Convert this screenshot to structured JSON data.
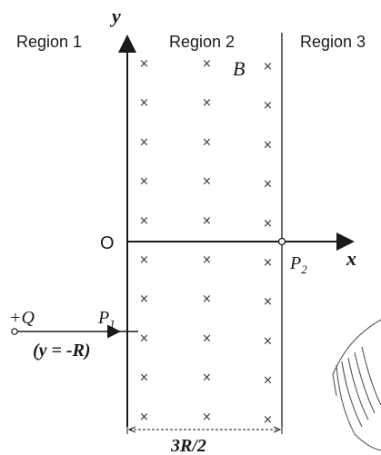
{
  "regions": {
    "region1": "Region 1",
    "region2": "Region 2",
    "region3": "Region 3"
  },
  "axes": {
    "y_label": "y",
    "x_label": "x",
    "origin_label": "O"
  },
  "field": {
    "label": "B",
    "marker": "×",
    "direction": "into-page",
    "rows": 10,
    "cols": 3
  },
  "points": {
    "p1": {
      "label": "P",
      "sub": "1"
    },
    "p2": {
      "label": "P",
      "sub": "2"
    }
  },
  "charge": {
    "label": "+Q",
    "position_label": "(y = -R)"
  },
  "width_label": "3R/2",
  "colors": {
    "ink": "#1a1a1a",
    "field": "#333333",
    "background": "#ffffff"
  }
}
